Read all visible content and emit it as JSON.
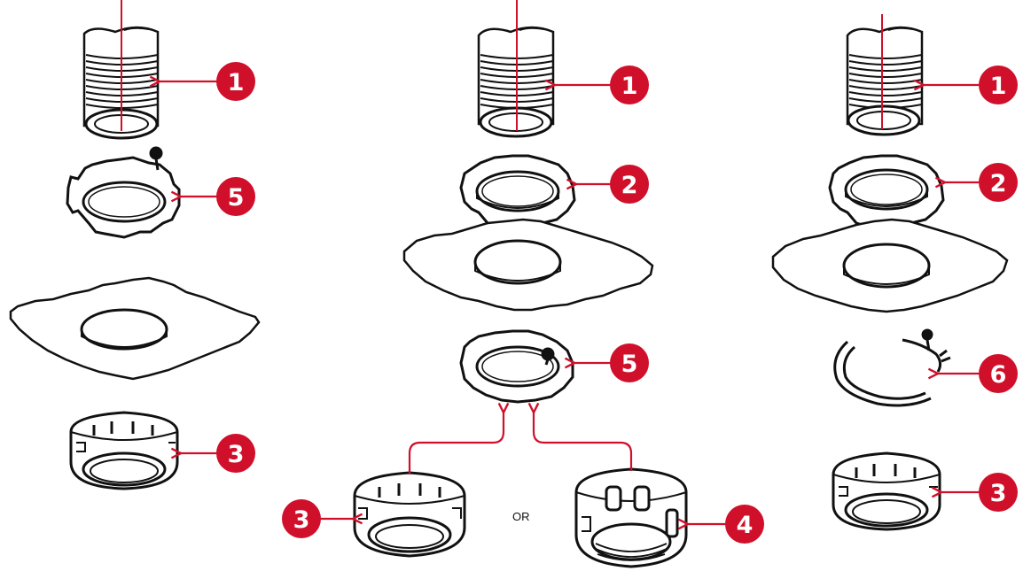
{
  "colors": {
    "accent": "#d0102b",
    "ink": "#111111",
    "paper": "#ffffff"
  },
  "columns": [
    {
      "name": "left-assembly",
      "parts": [
        "conduit",
        "grounding-locknut",
        "enclosure-wall",
        "bushing"
      ],
      "callouts": [
        "1",
        "5",
        "3"
      ]
    },
    {
      "name": "center-assembly",
      "parts": [
        "conduit",
        "locknut",
        "enclosure-wall",
        "grounding-locknut",
        "bushing",
        "grounding-bushing"
      ],
      "callouts": [
        "1",
        "2",
        "5",
        "3",
        "4"
      ],
      "alternative_label": "OR"
    },
    {
      "name": "right-assembly",
      "parts": [
        "conduit",
        "locknut",
        "enclosure-wall",
        "grounding-clip",
        "bushing"
      ],
      "callouts": [
        "1",
        "2",
        "6",
        "3"
      ]
    }
  ]
}
